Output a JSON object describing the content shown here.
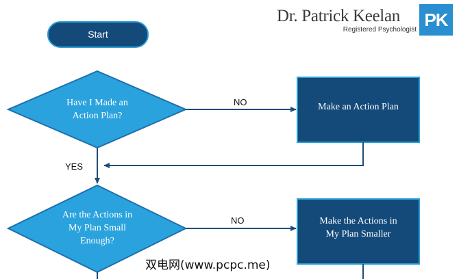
{
  "branding": {
    "name": "Dr. Patrick Keelan",
    "subtitle": "Registered Psychologist",
    "logo_text": "PK",
    "logo_color": "#2a8fd0"
  },
  "colors": {
    "terminal_fill": "#144a7a",
    "terminal_stroke": "#2a9fd6",
    "decision_fill": "#2aa2dd",
    "decision_stroke": "#1d6fae",
    "process_fill": "#144a7a",
    "process_stroke": "#2a9fd6",
    "arrow": "#1f4e79"
  },
  "nodes": {
    "start": "Start",
    "decision_1": "Have I Made an\nAction Plan?",
    "process_1": "Make an Action Plan",
    "decision_2": "Are the Actions in\nMy Plan Small\nEnough?",
    "process_2": "Make the Actions in\nMy Plan Smaller"
  },
  "edges": {
    "d1_no": "NO",
    "d1_yes": "YES",
    "d2_no": "NO"
  },
  "watermark": "双电网(www.pcpc.me)"
}
